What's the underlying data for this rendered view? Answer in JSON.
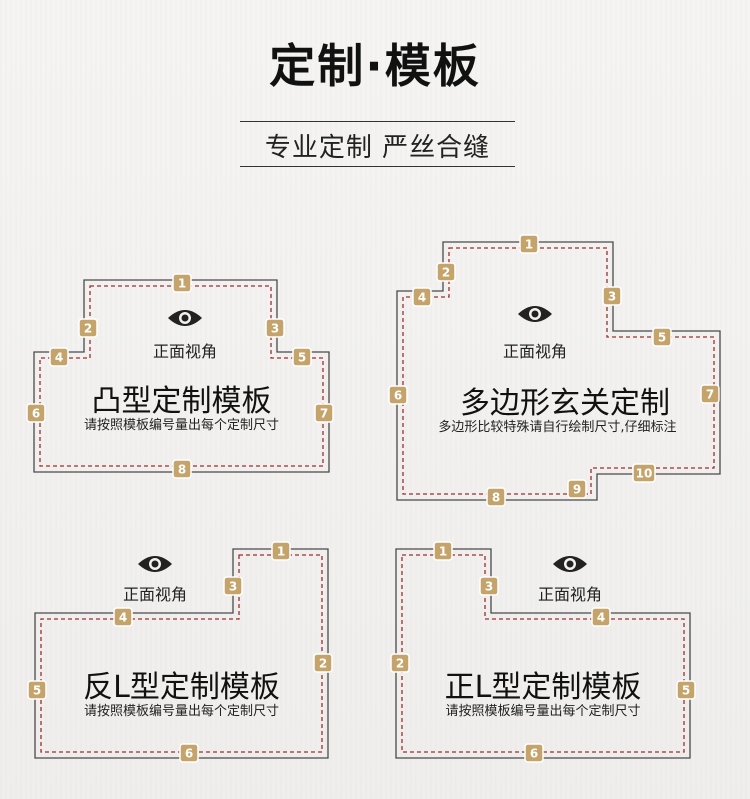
{
  "header": {
    "title": "定制·模板",
    "subtitle": "专业定制  严丝合缝"
  },
  "panels": [
    {
      "view_label": "正面视角",
      "title": "凸型定制模板",
      "note": "请按照模板编号量出每个定制尺寸",
      "markers": [
        "1",
        "2",
        "3",
        "4",
        "5",
        "6",
        "7",
        "8"
      ]
    },
    {
      "view_label": "正面视角",
      "title": "多边形玄关定制",
      "note": "多边形比较特殊请自行绘制尺寸,仔细标注",
      "markers": [
        "1",
        "2",
        "3",
        "4",
        "5",
        "6",
        "7",
        "8",
        "9",
        "10"
      ]
    },
    {
      "view_label": "正面视角",
      "title": "反L型定制模板",
      "note": "请按照模板编号量出每个定制尺寸",
      "markers": [
        "1",
        "2",
        "3",
        "4",
        "5",
        "6"
      ]
    },
    {
      "view_label": "正面视角",
      "title": "正L型定制模板",
      "note": "请按照模板编号量出每个定制尺寸",
      "markers": [
        "1",
        "2",
        "3",
        "4",
        "5",
        "6"
      ]
    }
  ],
  "colors": {
    "outline": "#4a4a4a",
    "dashed": "#9b2f2f",
    "marker_fill": "#c5a46b",
    "marker_text": "#ffffff"
  },
  "icons": {
    "eye": "eye-icon"
  }
}
